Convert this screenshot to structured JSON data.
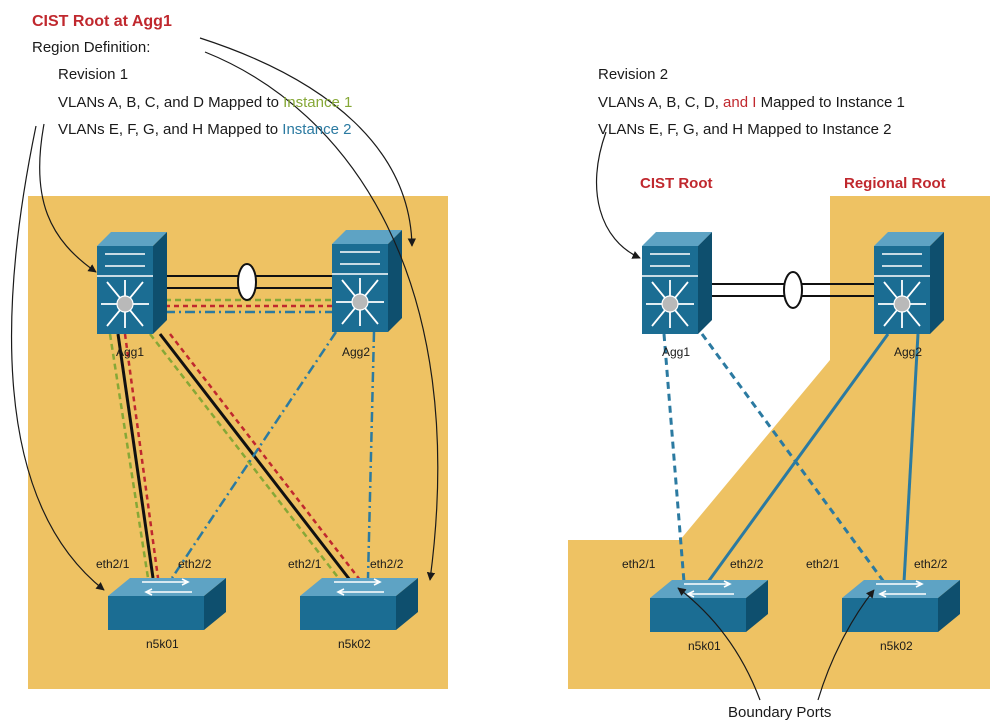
{
  "colors": {
    "region_fill": "#eec263",
    "device_blue": "#1b6d93",
    "device_dark": "#0e4f6e",
    "link_black": "#111111",
    "instance1_green": "#86a837",
    "instance2_blue": "#2b7aa1",
    "red": "#c0282e"
  },
  "left": {
    "title": "CIST Root at Agg1",
    "region_definition": "Region Definition:",
    "revision": "Revision 1",
    "line1": {
      "prefix": "VLANs A, B, C, and D Mapped to ",
      "instance": "Instance 1"
    },
    "line2": {
      "prefix": "VLANs E, F, G, and H Mapped to ",
      "instance": "Instance 2"
    },
    "agg1_label": "Agg1",
    "agg2_label": "Agg2",
    "n5k01_label": "n5k01",
    "n5k02_label": "n5k02",
    "port_n5k01_a": "eth2/1",
    "port_n5k01_b": "eth2/2",
    "port_n5k02_a": "eth2/1",
    "port_n5k02_b": "eth2/2"
  },
  "right": {
    "revision": "Revision 2",
    "line1": {
      "prefix": "VLANs A, B, C, D, ",
      "highlight": "and I",
      "suffix": " Mapped to Instance 1"
    },
    "line2": "VLANs E, F, G, and H Mapped to Instance 2",
    "cist_root": "CIST Root",
    "regional_root": "Regional Root",
    "agg1_label": "Agg1",
    "agg2_label": "Agg2",
    "n5k01_label": "n5k01",
    "n5k02_label": "n5k02",
    "port_n5k01_a": "eth2/1",
    "port_n5k01_b": "eth2/2",
    "port_n5k02_a": "eth2/1",
    "port_n5k02_b": "eth2/2",
    "boundary_ports": "Boundary Ports"
  }
}
